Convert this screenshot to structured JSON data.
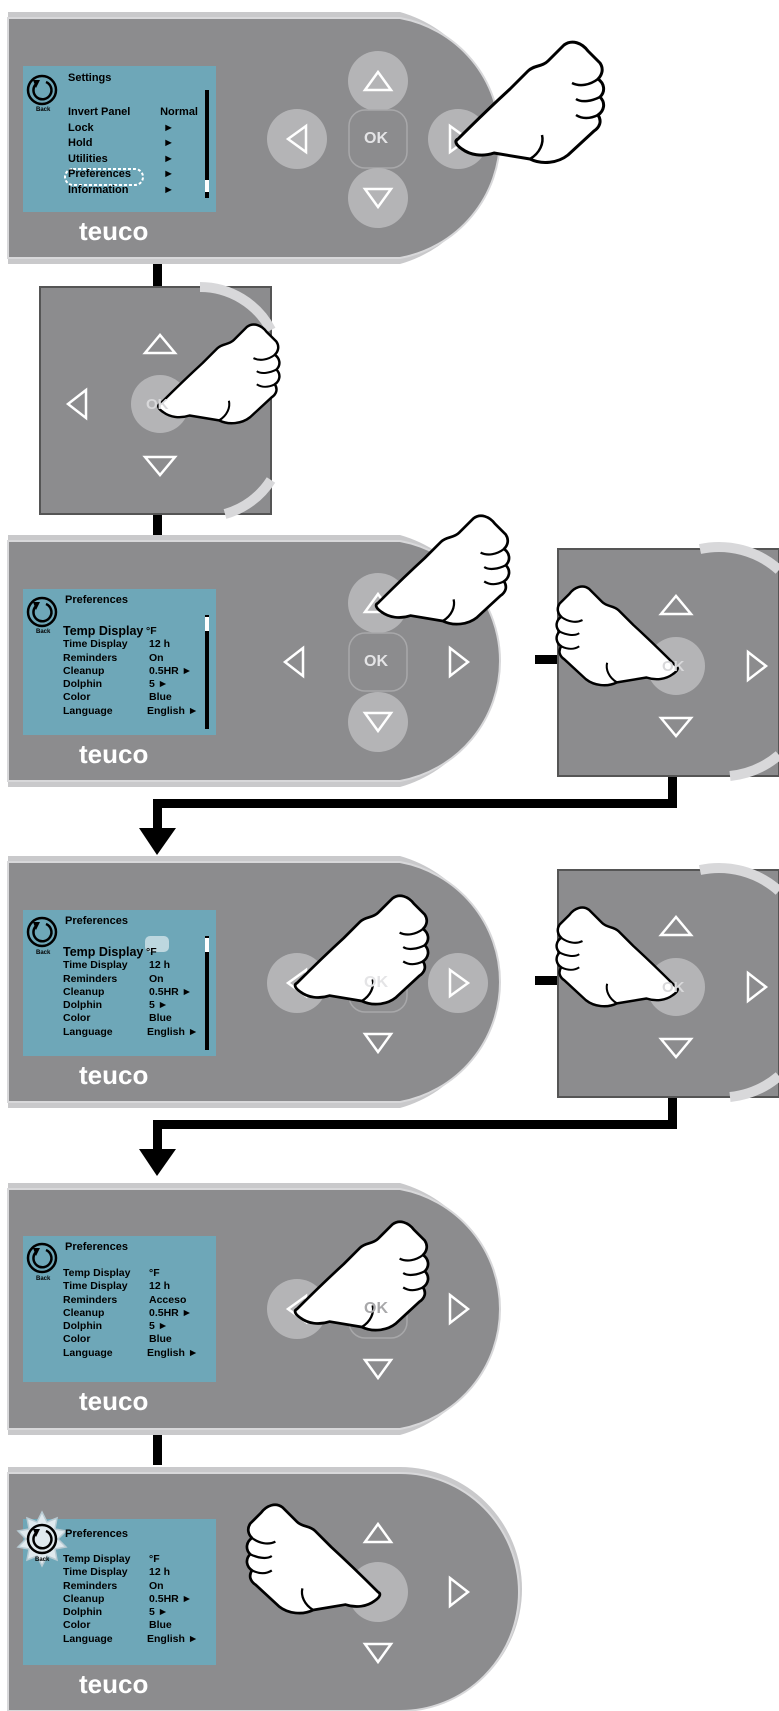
{
  "brand": "teuco",
  "back_label": "Back",
  "ok_label": "OK",
  "colors": {
    "panel_fill": "#8c8c8e",
    "panel_border": "#c9c9cb",
    "screen": "#6ea7b8",
    "button_fill": "#b4b4b6",
    "highlight": "#ffffff"
  },
  "screens": {
    "settings": {
      "title": "Settings",
      "rows": [
        {
          "label": "Invert Panel",
          "value": "Normal"
        },
        {
          "label": "Lock",
          "value": "►"
        },
        {
          "label": "Hold",
          "value": "►"
        },
        {
          "label": "Utilities",
          "value": "►"
        },
        {
          "label": "Preferences",
          "value": "►"
        },
        {
          "label": "Information",
          "value": "►"
        }
      ]
    },
    "preferences_1": {
      "title": "Preferences",
      "rows": [
        {
          "label": "Temp Display",
          "value": "°F"
        },
        {
          "label": "Time Display",
          "value": "12 h"
        },
        {
          "label": "Reminders",
          "value": "On"
        },
        {
          "label": "Cleanup",
          "value": "0.5HR ►"
        },
        {
          "label": "Dolphin",
          "value": "5 ►"
        },
        {
          "label": "Color",
          "value": "Blue"
        },
        {
          "label": "Language",
          "value": "English ►"
        }
      ]
    },
    "preferences_2": {
      "title": "Preferences",
      "rows": [
        {
          "label": "Temp Display",
          "value": "°F"
        },
        {
          "label": "Time Display",
          "value": "12 h"
        },
        {
          "label": "Reminders",
          "value": "On"
        },
        {
          "label": "Cleanup",
          "value": "0.5HR ►"
        },
        {
          "label": "Dolphin",
          "value": "5 ►"
        },
        {
          "label": "Color",
          "value": "Blue"
        },
        {
          "label": "Language",
          "value": "English ►"
        }
      ]
    },
    "preferences_3": {
      "title": "Preferences",
      "rows": [
        {
          "label": "Temp Display",
          "value": "°F"
        },
        {
          "label": "Time Display",
          "value": "12 h"
        },
        {
          "label": "Reminders",
          "value": "Acceso"
        },
        {
          "label": "Cleanup",
          "value": "0.5HR ►"
        },
        {
          "label": "Dolphin",
          "value": "5 ►"
        },
        {
          "label": "Color",
          "value": "Blue"
        },
        {
          "label": "Language",
          "value": "English ►"
        }
      ]
    },
    "preferences_4": {
      "title": "Preferences",
      "rows": [
        {
          "label": "Temp Display",
          "value": "°F"
        },
        {
          "label": "Time Display",
          "value": "12 h"
        },
        {
          "label": "Reminders",
          "value": "On"
        },
        {
          "label": "Cleanup",
          "value": "0.5HR ►"
        },
        {
          "label": "Dolphin",
          "value": "5 ►"
        },
        {
          "label": "Color",
          "value": "Blue"
        },
        {
          "label": "Language",
          "value": "English ►"
        }
      ]
    }
  }
}
